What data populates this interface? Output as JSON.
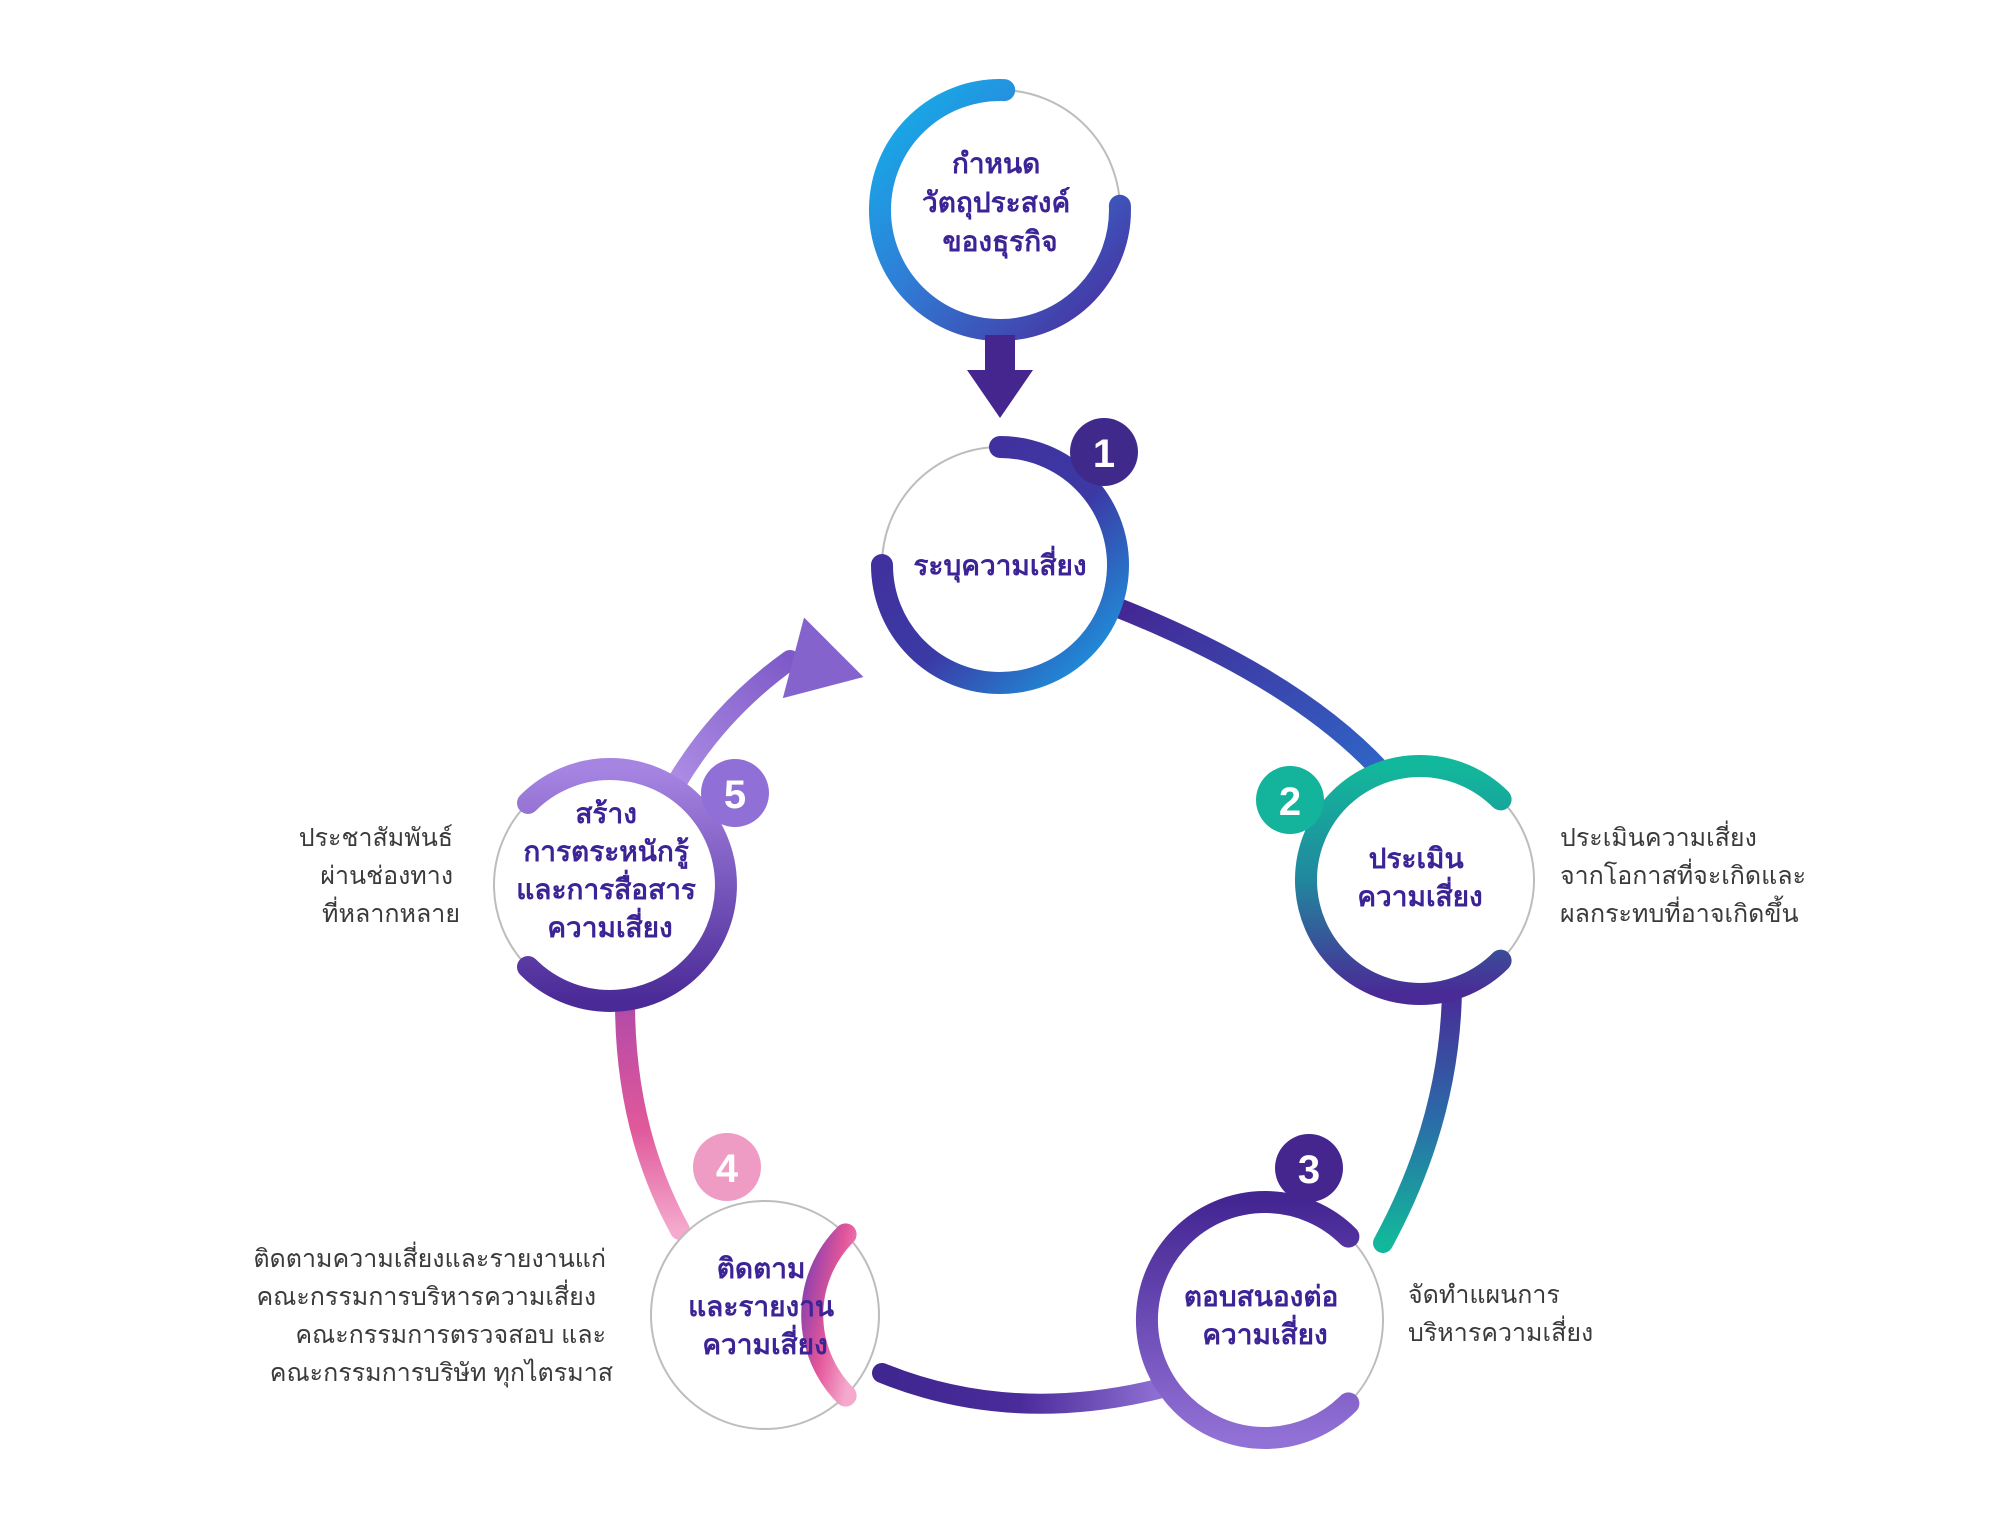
{
  "objective": {
    "lines": [
      "กำหนด",
      "วัตถุประสงค์",
      "ของธุรกิจ"
    ]
  },
  "steps": [
    {
      "number": "1",
      "title_lines": [
        "ระบุความเสี่ยง"
      ],
      "description_lines": [],
      "badge_color": "#3f2a8c"
    },
    {
      "number": "2",
      "title_lines": [
        "ประเมิน",
        "ความเสี่ยง"
      ],
      "description_lines": [
        "ประเมินความเสี่ยง",
        "จากโอกาสที่จะเกิดและ",
        "ผลกระทบที่อาจเกิดขึ้น"
      ],
      "badge_color": "#13b39c"
    },
    {
      "number": "3",
      "title_lines": [
        "ตอบสนองต่อ",
        "ความเสี่ยง"
      ],
      "description_lines": [
        "จัดทำแผนการ",
        "บริหารความเสี่ยง"
      ],
      "badge_color": "#45268f"
    },
    {
      "number": "4",
      "title_lines": [
        "ติดตาม",
        "และรายงาน",
        "ความเสี่ยง"
      ],
      "description_lines": [
        "ติดตามความเสี่ยงและรายงานแก่",
        "คณะกรรมการบริหารความเสี่ยง",
        "คณะกรรมการตรวจสอบ และ",
        "คณะกรรมการบริษัท ทุกไตรมาส"
      ],
      "badge_color": "#ee9cc4"
    },
    {
      "number": "5",
      "title_lines": [
        "สร้าง",
        "การตระหนักรู้",
        "และการสื่อสาร",
        "ความเสี่ยง"
      ],
      "description_lines": [
        "ประชาสัมพันธ์",
        "ผ่านช่องทาง",
        "ที่หลากหลาย"
      ],
      "badge_color": "#9070d6"
    }
  ],
  "colors": {
    "title_text": "#3d2496",
    "description_text": "#3a3a3a",
    "primary_purple": "#45268f",
    "blue": "#16a6ea",
    "teal": "#13b39c",
    "pink": "#e0589a",
    "lavender": "#9070d6"
  }
}
